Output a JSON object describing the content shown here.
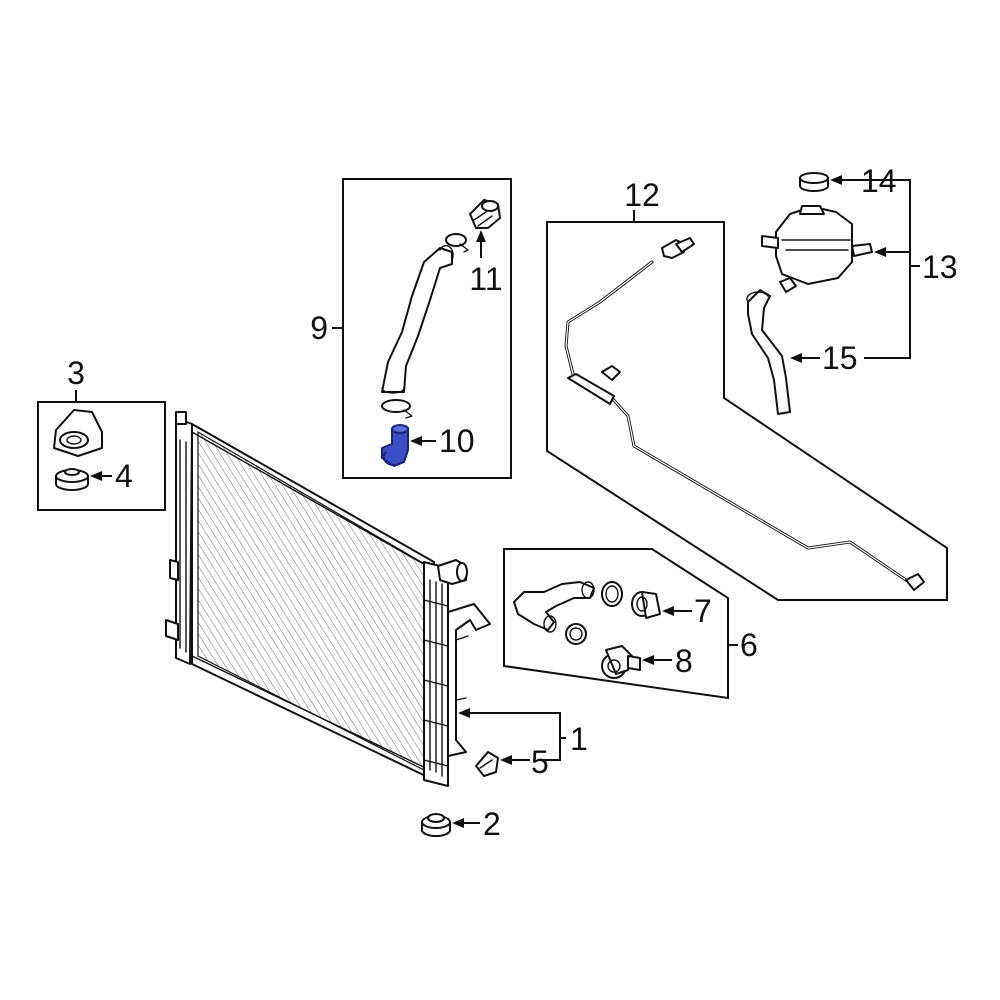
{
  "colors": {
    "line": "#111111",
    "background": "#ffffff",
    "highlight_fill": "#3a4fc4",
    "highlight_stroke": "#1a237e"
  },
  "highlighted_part": "10",
  "callouts": [
    {
      "id": "c1",
      "number": "1"
    },
    {
      "id": "c2",
      "number": "2"
    },
    {
      "id": "c3",
      "number": "3"
    },
    {
      "id": "c4",
      "number": "4"
    },
    {
      "id": "c5",
      "number": "5"
    },
    {
      "id": "c6",
      "number": "6"
    },
    {
      "id": "c7",
      "number": "7"
    },
    {
      "id": "c8",
      "number": "8"
    },
    {
      "id": "c9",
      "number": "9"
    },
    {
      "id": "c10",
      "number": "10"
    },
    {
      "id": "c11",
      "number": "11"
    },
    {
      "id": "c12",
      "number": "12"
    },
    {
      "id": "c13",
      "number": "13"
    },
    {
      "id": "c14",
      "number": "14"
    },
    {
      "id": "c15",
      "number": "15"
    }
  ]
}
